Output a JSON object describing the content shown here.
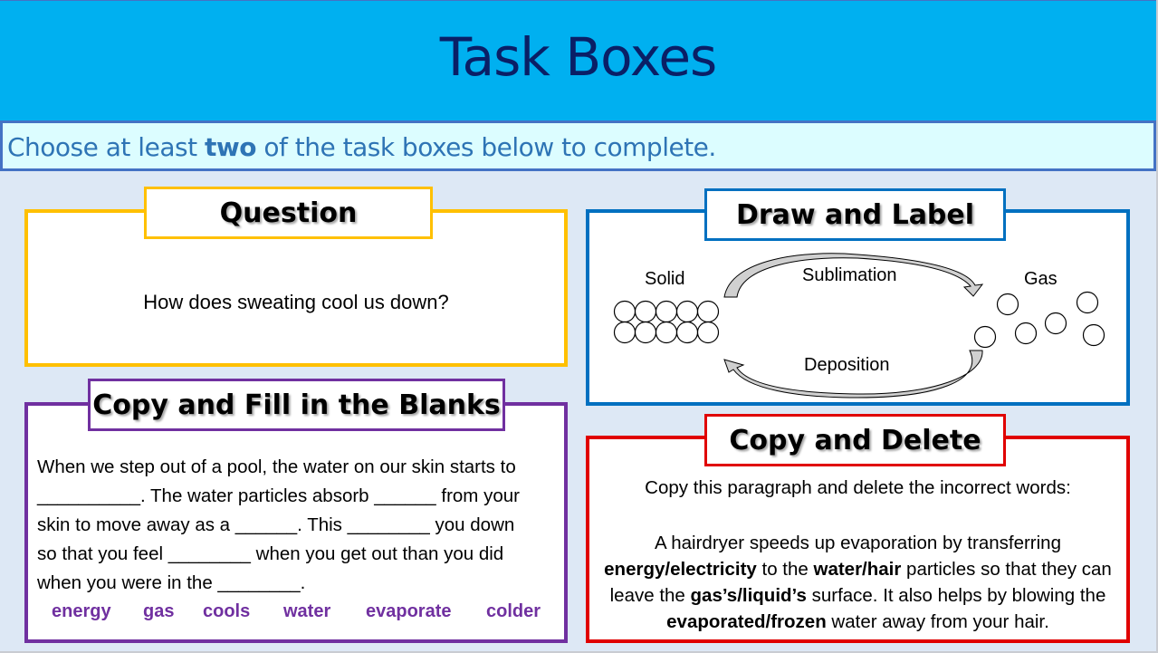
{
  "header": {
    "title": "Task Boxes",
    "instruction_pre": "Choose at least ",
    "instruction_bold": "two",
    "instruction_post": " of the task boxes below to complete."
  },
  "colors": {
    "title_bar": "#00b0f0",
    "title_text": "#0a1f66",
    "instruction_bg": "#dcfdff",
    "instruction_text": "#2e74b5",
    "background": "#dde8f5",
    "question_border": "#ffc000",
    "draw_border": "#0070c0",
    "fill_border": "#7030a0",
    "delete_border": "#e00000"
  },
  "question_box": {
    "title": "Question",
    "text": "How does sweating cool us down?"
  },
  "draw_box": {
    "title": "Draw and Label",
    "labels": {
      "solid": "Solid",
      "gas": "Gas",
      "sublimation": "Sublimation",
      "deposition": "Deposition"
    }
  },
  "fill_box": {
    "title": "Copy and Fill in the Blanks",
    "lines": [
      "When we step out of a pool, the water on our skin starts to",
      "__________. The water particles absorb ______ from your",
      "skin to move away as a ______. This ________ you down",
      "so that you feel ________ when you get out than you did",
      "when you were in the ________."
    ],
    "word_bank": [
      "energy",
      "gas",
      "cools",
      "water",
      "evaporate",
      "colder"
    ]
  },
  "delete_box": {
    "title": "Copy and Delete",
    "instruction": "Copy this paragraph and delete the incorrect words:",
    "paragraph": [
      {
        "t": "A hairdryer speeds up evaporation by transferring ",
        "b": false
      },
      {
        "t": "energy/electricity",
        "b": true
      },
      {
        "t": " to the ",
        "b": false
      },
      {
        "t": "water/hair",
        "b": true
      },
      {
        "t": " particles so that they can leave the ",
        "b": false
      },
      {
        "t": "gas’s/liquid’s",
        "b": true
      },
      {
        "t": " surface. It also helps by blowing the ",
        "b": false
      },
      {
        "t": "evaporated/frozen",
        "b": true
      },
      {
        "t": " water away from your hair.",
        "b": false
      }
    ]
  }
}
